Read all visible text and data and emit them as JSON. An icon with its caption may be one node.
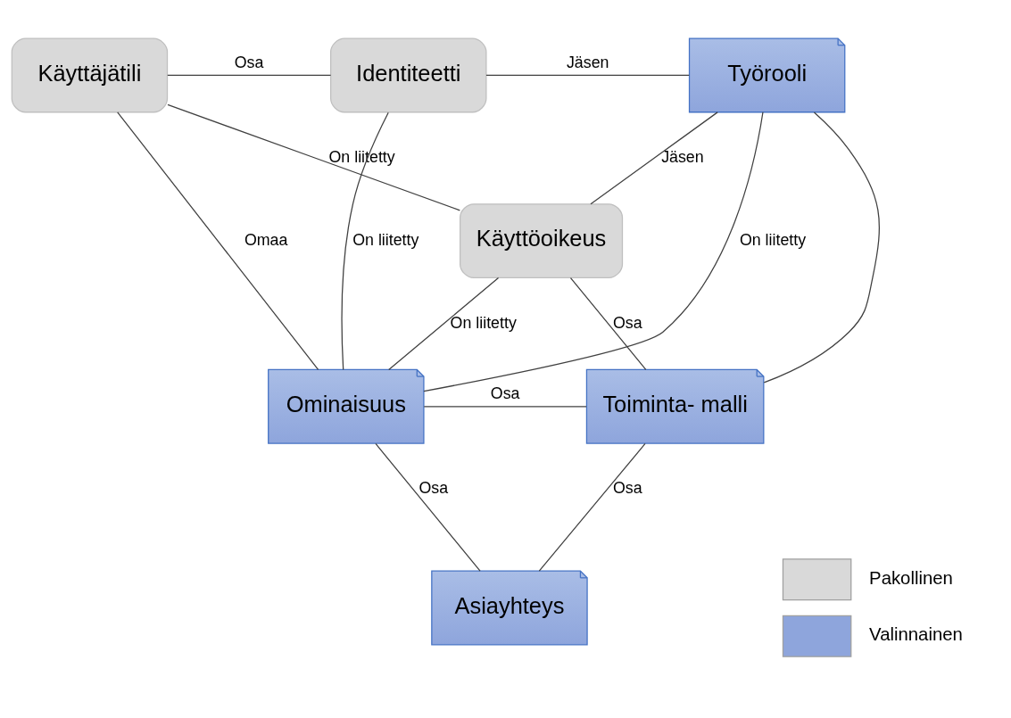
{
  "diagram": {
    "nodes": [
      {
        "text": [
          "Käyttäjätili"
        ]
      },
      {
        "text": [
          "Identiteetti"
        ]
      },
      {
        "text": [
          "Työrooli"
        ]
      },
      {
        "text": [
          "Käyttöoikeus"
        ]
      },
      {
        "text": [
          "Ominaisuus"
        ]
      },
      {
        "text": [
          "Toiminta- malli"
        ]
      },
      {
        "text": [
          "Asiayhteys"
        ]
      }
    ],
    "edges": [
      {
        "from": 0,
        "to": 1,
        "arrow": "none",
        "label": "Osa"
      },
      {
        "from": 1,
        "to": 2,
        "arrow": "none",
        "label": "Jäsen"
      },
      {
        "from": 4,
        "to": 2,
        "arrow": "none",
        "label": "On liitetty"
      },
      {
        "from": 0,
        "to": 3,
        "arrow": "none",
        "label": "On liitetty"
      },
      {
        "from": 3,
        "to": 2,
        "arrow": "none",
        "label": "Jäsen"
      },
      {
        "from": 0,
        "to": 4,
        "arrow": "none",
        "label": "Omaa"
      },
      {
        "from": 4,
        "to": 1,
        "arrow": "none",
        "label": "On liitetty"
      },
      {
        "from": 4,
        "to": 3,
        "arrow": "none",
        "label": "On liitetty"
      },
      {
        "from": 3,
        "to": 5,
        "arrow": "none",
        "label": "Osa"
      },
      {
        "from": 2,
        "to": 5,
        "arrow": "none"
      },
      {
        "from": 4,
        "to": 5,
        "arrow": "none",
        "label": "Osa"
      },
      {
        "from": 4,
        "to": 6,
        "arrow": "none",
        "label": "Osa"
      },
      {
        "from": 6,
        "to": 5,
        "arrow": "none",
        "label": "Osa"
      }
    ],
    "legend": [
      {
        "text": "Pakollinen",
        "color": "#d9d9d9"
      },
      {
        "text": "Valinnainen",
        "color": "#8ea5dc"
      }
    ]
  }
}
